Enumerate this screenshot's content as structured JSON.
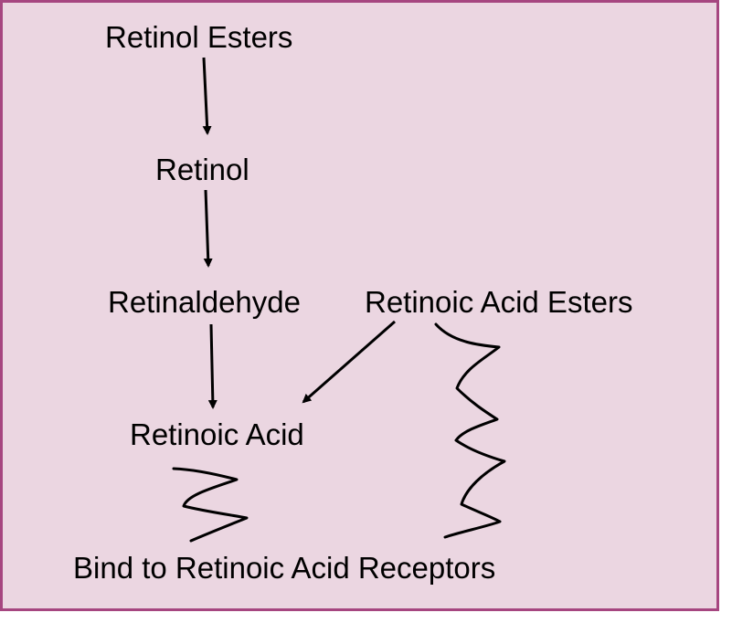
{
  "diagram": {
    "nodes": {
      "retinol_esters": "Retinol Esters",
      "retinol": "Retinol",
      "retinaldehyde": "Retinaldehyde",
      "retinoic_acid_esters": "Retinoic Acid Esters",
      "retinoic_acid": "Retinoic Acid",
      "receptors": "Bind to Retinoic Acid Receptors"
    },
    "edges": [
      {
        "from": "Retinol Esters",
        "to": "Retinol",
        "style": "arrow"
      },
      {
        "from": "Retinol",
        "to": "Retinaldehyde",
        "style": "arrow"
      },
      {
        "from": "Retinaldehyde",
        "to": "Retinoic Acid",
        "style": "arrow"
      },
      {
        "from": "Retinoic Acid Esters",
        "to": "Retinoic Acid",
        "style": "arrow"
      },
      {
        "from": "Retinoic Acid",
        "to": "Bind to Retinoic Acid Receptors",
        "style": "squiggle"
      },
      {
        "from": "Retinoic Acid Esters",
        "to": "Bind to Retinoic Acid Receptors",
        "style": "squiggle"
      }
    ],
    "colors": {
      "background": "#ebd6e1",
      "border": "#a64680",
      "ink": "#000000"
    }
  }
}
